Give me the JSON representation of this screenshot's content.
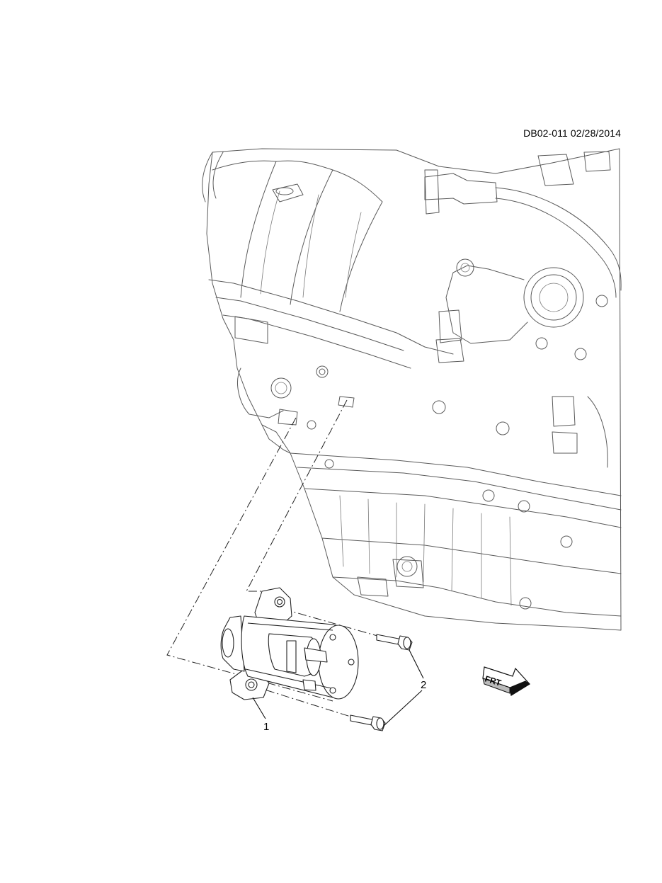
{
  "header": {
    "doc_id": "DB02-011 02/28/2014"
  },
  "callouts": [
    {
      "id": "1",
      "label": "1",
      "part": "starter-motor"
    },
    {
      "id": "2",
      "label": "2",
      "part": "starter-bolt"
    }
  ],
  "front_arrow": {
    "label": "FRT",
    "icon": "front-direction-arrow-icon"
  },
  "colors": {
    "line": "#222222",
    "engine_line": "#5a5a5a",
    "background": "#ffffff"
  }
}
